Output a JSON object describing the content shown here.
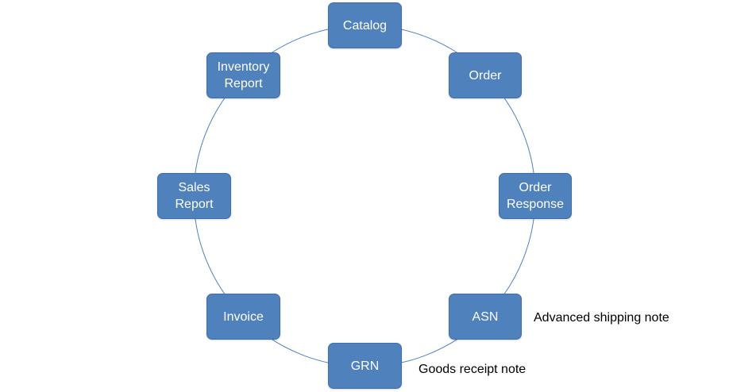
{
  "diagram": {
    "nodes": [
      {
        "id": "catalog",
        "label": "Catalog"
      },
      {
        "id": "order",
        "label": "Order"
      },
      {
        "id": "order-response",
        "label": "Order\nResponse"
      },
      {
        "id": "asn",
        "label": "ASN"
      },
      {
        "id": "grn",
        "label": "GRN"
      },
      {
        "id": "invoice",
        "label": "Invoice"
      },
      {
        "id": "sales-report",
        "label": "Sales\nReport"
      },
      {
        "id": "inventory-report",
        "label": "Inventory\nReport"
      }
    ],
    "annotations": {
      "asn": "Advanced shipping note",
      "grn": "Goods receipt note"
    },
    "colors": {
      "node_fill": "#4f81bd",
      "node_text": "#ffffff",
      "ring_stroke": "#4f81bd",
      "annotation_text": "#000000"
    }
  }
}
